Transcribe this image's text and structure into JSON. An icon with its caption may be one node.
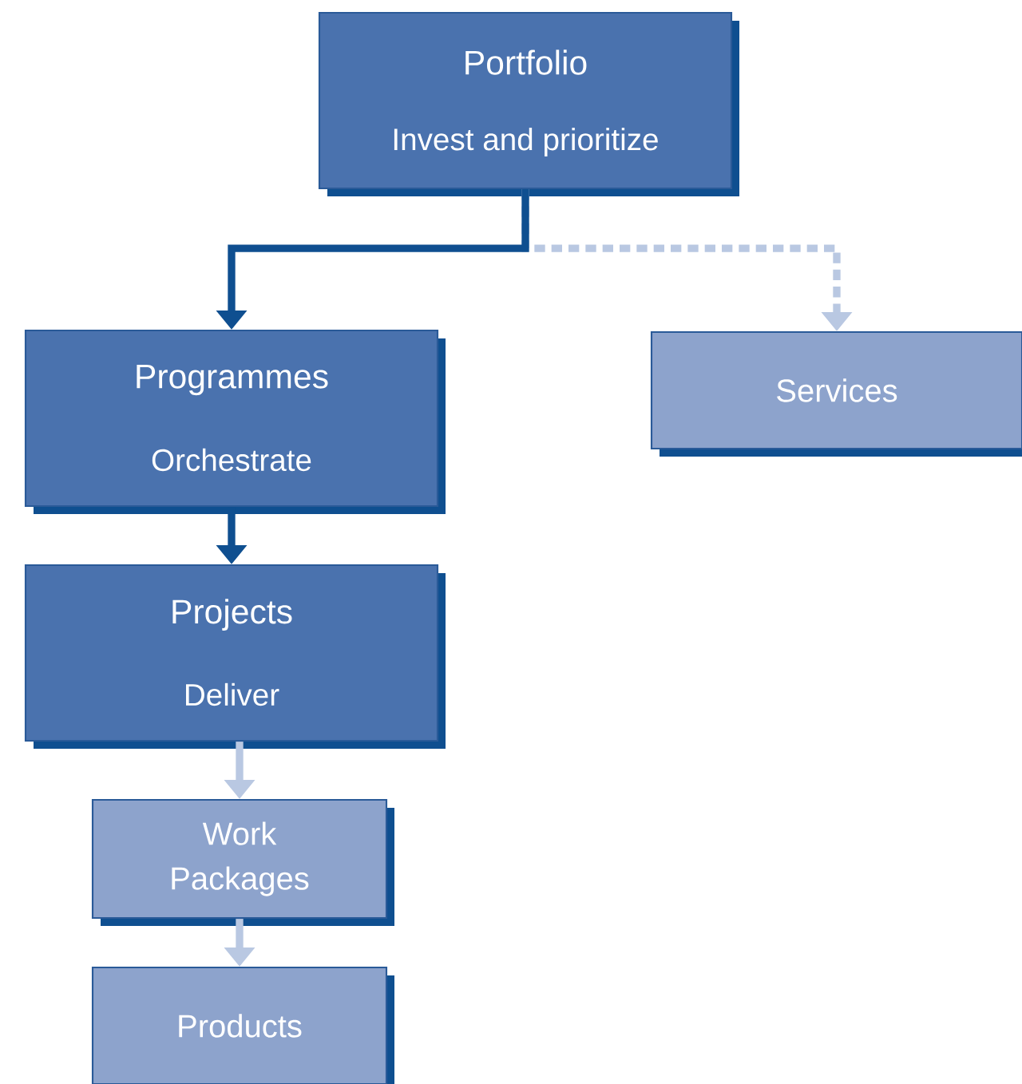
{
  "diagram": {
    "nodes": [
      {
        "text": [
          "Portfolio",
          "Invest and prioritize"
        ]
      },
      {
        "text": [
          "Programmes",
          "Orchestrate"
        ]
      },
      {
        "text": [
          "Projects",
          "Deliver"
        ]
      },
      {
        "text": [
          "Work Packages"
        ]
      },
      {
        "text": [
          "Products"
        ]
      },
      {
        "text": [
          "Services"
        ]
      }
    ],
    "edges": [
      {
        "from": 0,
        "to": 1,
        "arrow": "to",
        "color": "#0f4f90"
      },
      {
        "from": 0,
        "to": 5,
        "arrow": "to",
        "style": "dashed",
        "color": "#b9c8e2"
      },
      {
        "from": 1,
        "to": 2,
        "arrow": "to",
        "color": "#0f4f90"
      },
      {
        "from": 2,
        "to": 3,
        "arrow": "to",
        "color": "#b9c8e2"
      },
      {
        "from": 3,
        "to": 4,
        "arrow": "to",
        "color": "#b9c8e2"
      }
    ]
  }
}
